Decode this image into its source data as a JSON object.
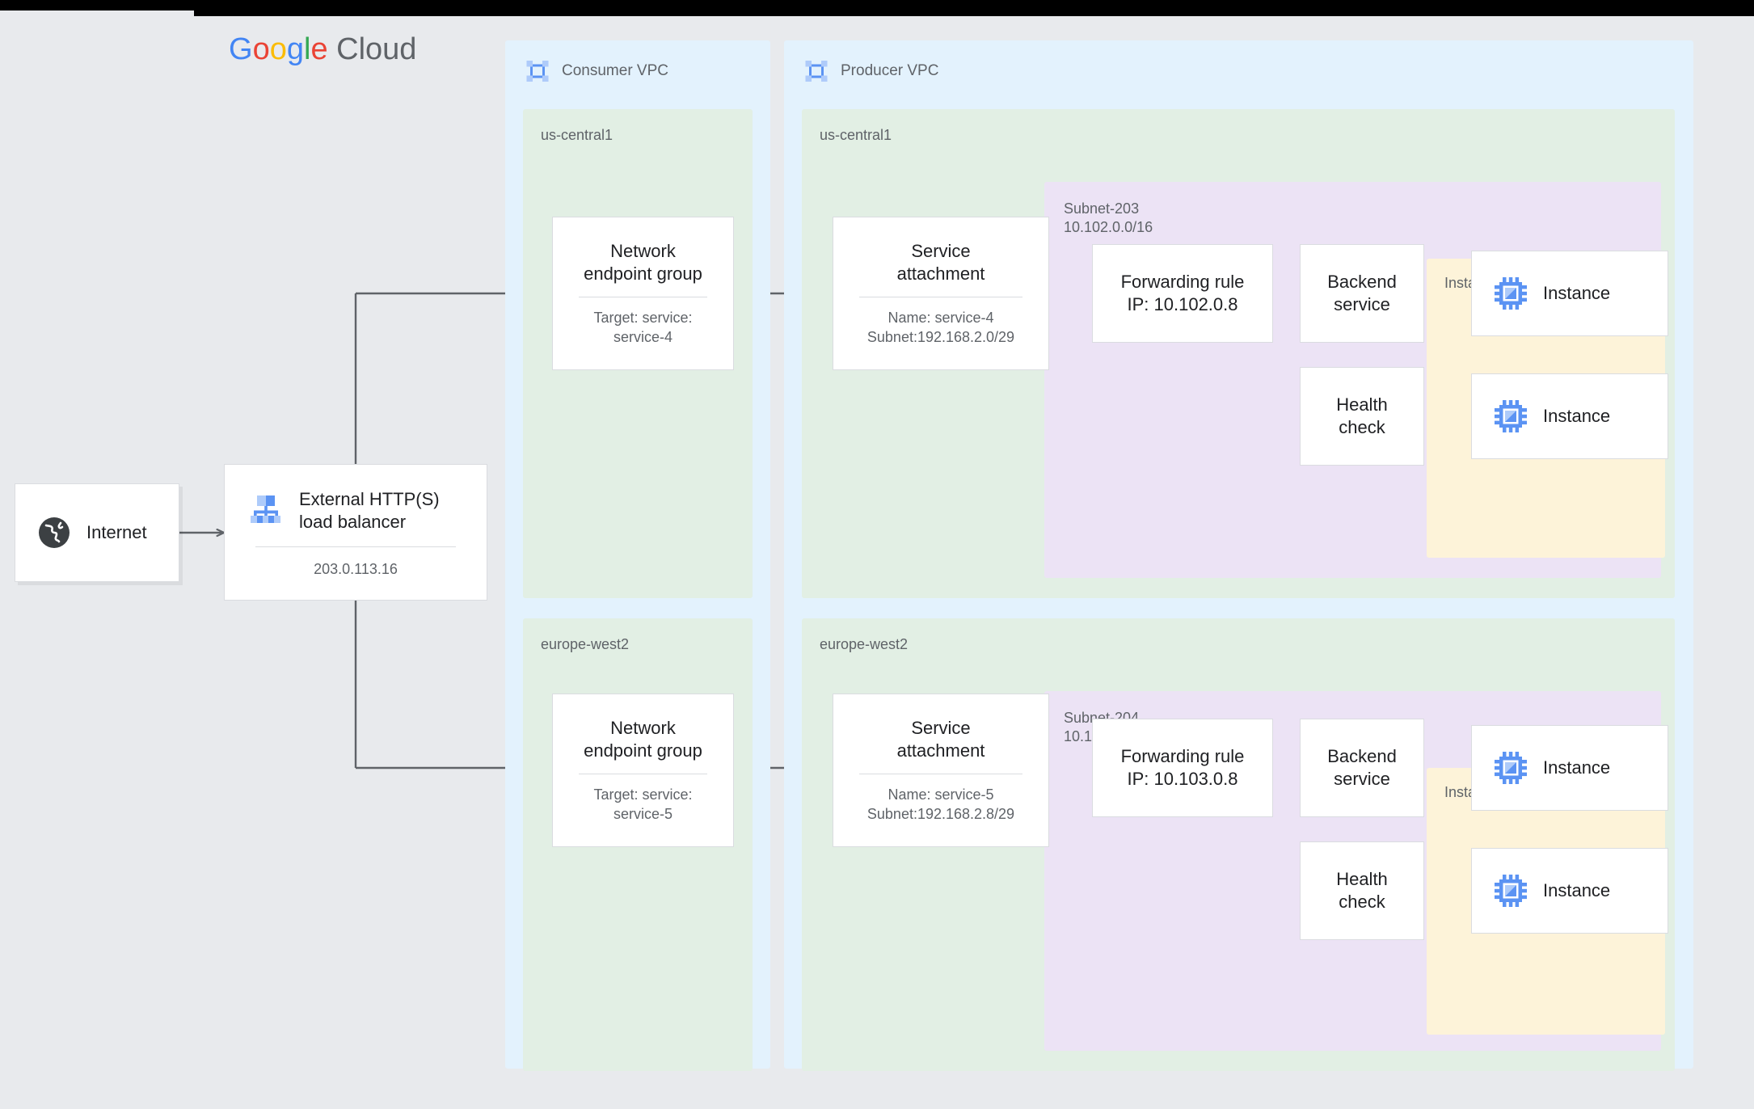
{
  "brand": {
    "g1": "G",
    "o1": "o",
    "o2": "o",
    "g2": "g",
    "l": "l",
    "e": "e",
    "cloud": " Cloud"
  },
  "colors": {
    "background": "#e8eaed",
    "vpc": "#e3f2fd",
    "region": "#e2efe4",
    "subnet": "#ece3f5",
    "instance_group": "#fdf3d9",
    "card": "#ffffff",
    "border": "#dadce0",
    "text_primary": "#202124",
    "text_secondary": "#5f6368",
    "accent_blue": "#4285F4",
    "connector": "#5f6368"
  },
  "internet": {
    "label": "Internet",
    "icon": "globe-icon"
  },
  "load_balancer": {
    "title": "External HTTP(S)\nload balancer",
    "ip": "203.0.113.16",
    "icon": "load-balancer-icon"
  },
  "vpcs": [
    {
      "name": "Consumer VPC",
      "icon": "vpc-icon"
    },
    {
      "name": "Producer VPC",
      "icon": "vpc-icon"
    }
  ],
  "consumer": {
    "regions": [
      {
        "label": "us-central1",
        "neg": {
          "title": "Network\nendpoint group",
          "sub": "Target: service:\nservice-4"
        }
      },
      {
        "label": "europe-west2",
        "neg": {
          "title": "Network\nendpoint group",
          "sub": "Target: service:\nservice-5"
        }
      }
    ]
  },
  "producer": {
    "regions": [
      {
        "label": "us-central1",
        "service_attachment": {
          "title": "Service\nattachment",
          "sub": "Name: service-4\nSubnet:192.168.2.0/29"
        },
        "subnet": {
          "name": "Subnet-203",
          "cidr": "10.102.0.0/16"
        },
        "forwarding_rule": {
          "title": "Forwarding rule\nIP: 10.102.0.8"
        },
        "backend_service": {
          "title": "Backend\nservice"
        },
        "health_check": {
          "title": "Health\ncheck"
        },
        "instance_group": {
          "label": "Instance group",
          "instances": [
            {
              "label": "Instance",
              "icon": "instance-chip-icon"
            },
            {
              "label": "Instance",
              "icon": "instance-chip-icon"
            }
          ]
        }
      },
      {
        "label": "europe-west2",
        "service_attachment": {
          "title": "Service\nattachment",
          "sub": "Name: service-5\nSubnet:192.168.2.8/29"
        },
        "subnet": {
          "name": "Subnet-204",
          "cidr": "10.103.0.0/16"
        },
        "forwarding_rule": {
          "title": "Forwarding rule\nIP: 10.103.0.8"
        },
        "backend_service": {
          "title": "Backend\nservice"
        },
        "health_check": {
          "title": "Health\ncheck"
        },
        "instance_group": {
          "label": "Instance group",
          "instances": [
            {
              "label": "Instance",
              "icon": "instance-chip-icon"
            },
            {
              "label": "Instance",
              "icon": "instance-chip-icon"
            }
          ]
        }
      }
    ]
  }
}
